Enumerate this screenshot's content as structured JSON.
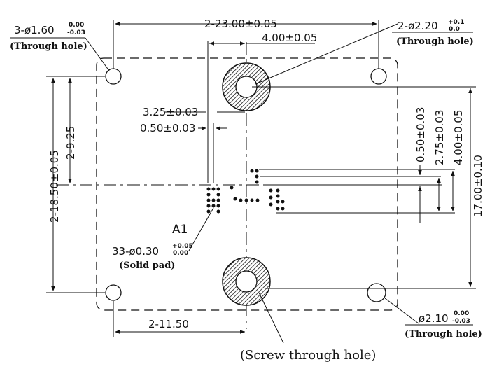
{
  "drawing": {
    "dims": {
      "width_total": "2-23.00±0.05",
      "center_offset": "4.00±0.05",
      "screw_hole": "2-ø2.20",
      "screw_hole_tol_upper": "+0.1",
      "screw_hole_tol_lower": "0.0",
      "screw_hole_note": "(Through hole)",
      "corner_holes": "3-ø1.60",
      "corner_holes_tol_upper": "0.00",
      "corner_holes_tol_lower": "-0.03",
      "corner_holes_note": "(Through hole)",
      "pad_x1": "3.25±0.03",
      "pad_x2": "0.50±0.03",
      "height_total": "2-18.50±0.05",
      "height_half": "2-9.25",
      "right_a": "0.50±0.03",
      "right_b": "2.75±0.03",
      "right_c": "4.00±0.05",
      "right_total": "17.00±0.10",
      "pin_label": "A1",
      "pads": "33-ø0.30",
      "pads_tol_upper": "+0.05",
      "pads_tol_lower": "0.00",
      "pads_note": "(Solid pad)",
      "bottom_hole": "ø2.10",
      "bottom_hole_tol_upper": "0.00",
      "bottom_hole_tol_lower": "-0.03",
      "bottom_hole_note": "(Through hole)",
      "bottom_offset": "2-11.50",
      "screw_note": "(Screw through hole)"
    }
  }
}
